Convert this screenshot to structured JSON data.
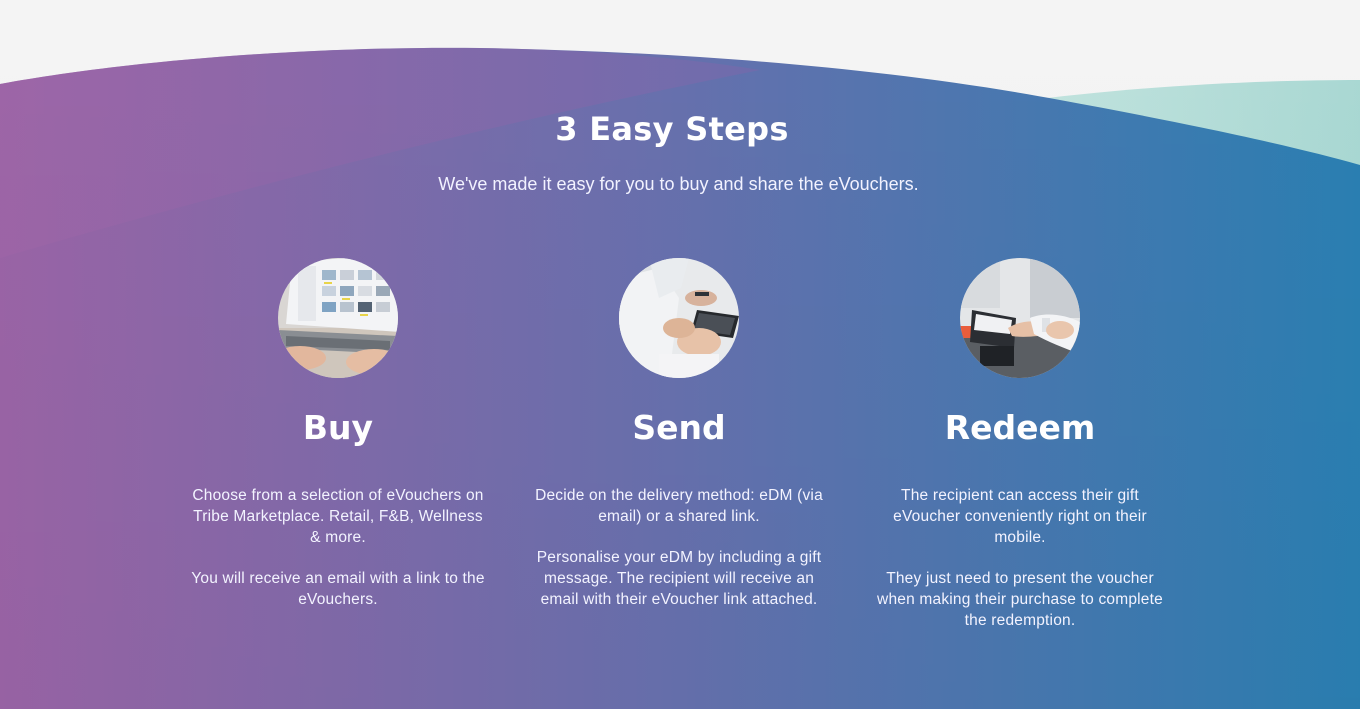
{
  "section": {
    "title": "3 Easy Steps",
    "subtitle": "We've made it easy for you to buy and share the eVouchers."
  },
  "colors": {
    "gradient_left": "#9a64a6",
    "gradient_mid": "#6670ad",
    "gradient_right": "#2a7fb2",
    "teal_wave": "#b5ddd8",
    "page_background": "#f4f4f4",
    "text": "#ffffff"
  },
  "steps": [
    {
      "heading": "Buy",
      "image_icon": "laptop-marketplace-photo",
      "paragraphs": [
        "Choose from a selection of eVouchers on Tribe Marketplace. Retail, F&B, Wellness & more.",
        "You will receive an email with a link to the eVouchers."
      ]
    },
    {
      "heading": "Send",
      "image_icon": "smartphone-in-hands-photo",
      "paragraphs": [
        "Decide on the delivery method: eDM (via email) or a shared link.",
        "Personalise your eDM by including a gift message. The recipient will receive an email with their eVoucher link attached."
      ]
    },
    {
      "heading": "Redeem",
      "image_icon": "payment-terminal-photo",
      "paragraphs": [
        "The recipient can access their gift eVoucher conveniently right on their mobile.",
        "They just need to present the voucher when making their purchase to complete the redemption."
      ]
    }
  ]
}
